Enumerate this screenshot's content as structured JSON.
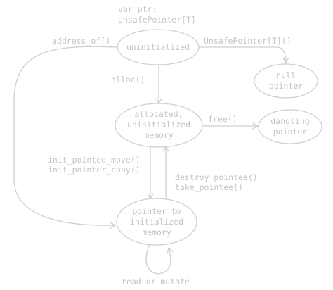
{
  "header": {
    "line1": "var ptr:",
    "line2": "UnsafePointer[T]"
  },
  "nodes": {
    "uninitialized": {
      "lines": [
        "uninitialized"
      ]
    },
    "null_pointer": {
      "lines": [
        "null",
        "pointer"
      ]
    },
    "allocated_uninitialized": {
      "lines": [
        "allocated,",
        "uninitialized",
        "memory"
      ]
    },
    "dangling_pointer": {
      "lines": [
        "dangling",
        "pointer"
      ]
    },
    "initialized": {
      "lines": [
        "pointer to",
        "initialized",
        "memory"
      ]
    }
  },
  "edges": {
    "address_of": "address_of()",
    "unsafe_pointer_init": "UnsafePointer[T]()",
    "alloc": "alloc()",
    "free": "free()",
    "init_move": "init_pointee_move()",
    "init_copy": "init_pointer_copy()",
    "destroy": "destroy_pointee()",
    "take": "take_pointee()",
    "read_mutate": "read or mutate"
  },
  "colors": {
    "stroke": "#cfcfcf",
    "text": "#c4c4c4",
    "background": "#ffffff"
  }
}
